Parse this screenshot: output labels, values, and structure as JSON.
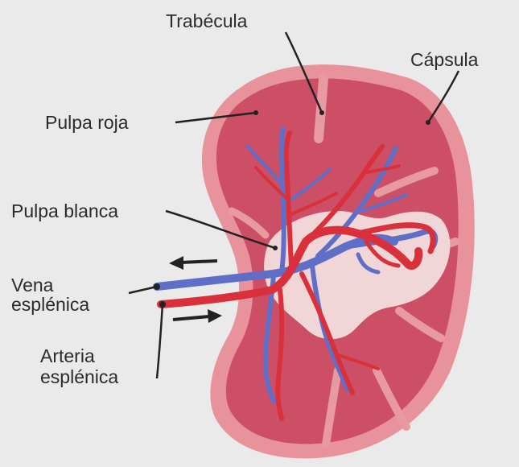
{
  "labels": {
    "trabecula": "Trabécula",
    "capsula": "Cápsula",
    "pulpa_roja": "Pulpa roja",
    "pulpa_blanca": "Pulpa blanca",
    "vena_line1": "Vena",
    "vena_line2": "esplénica",
    "arteria_line1": "Arteria",
    "arteria_line2": "esplénica"
  },
  "colors": {
    "background": "#eaeaea",
    "capsule": "#e8929c",
    "red_pulp": "#cd4f66",
    "white_pulp": "#f0d6d6",
    "trabecula": "#e79aa2",
    "artery": "#d9303c",
    "vein": "#5f6fc8",
    "leader_line": "#222222"
  },
  "icons": [
    "arrow-left-icon",
    "arrow-right-icon"
  ]
}
